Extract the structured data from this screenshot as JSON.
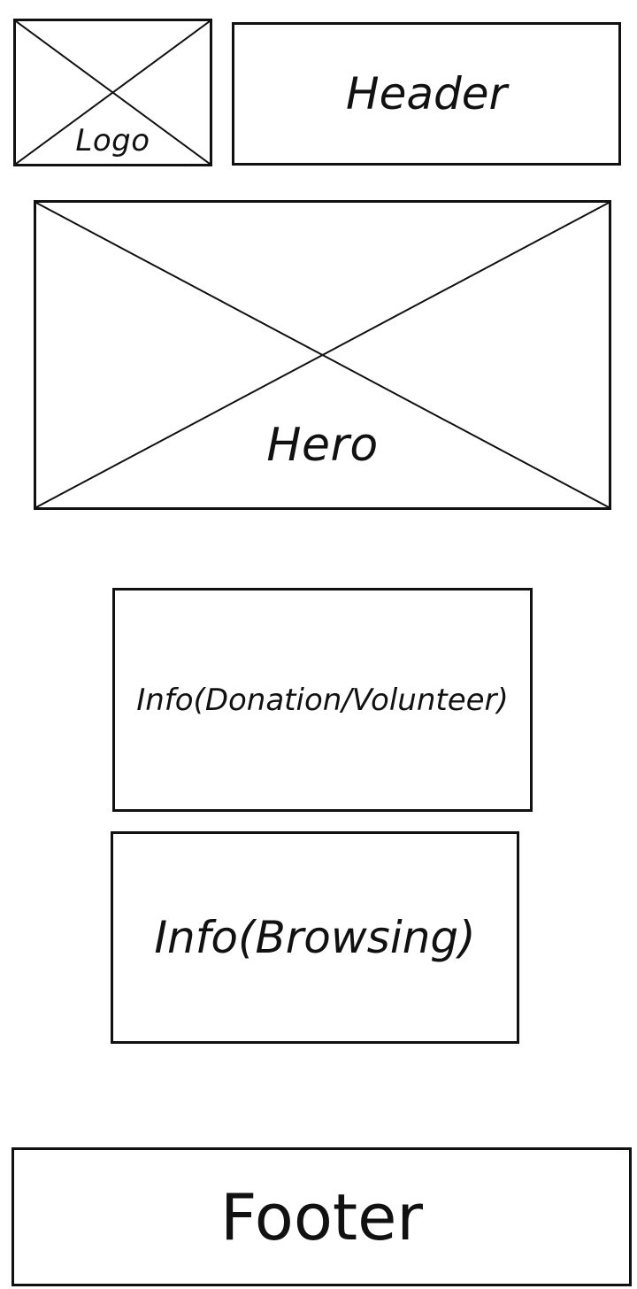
{
  "wireframe": {
    "logo": {
      "label": "Logo"
    },
    "header": {
      "label": "Header"
    },
    "hero": {
      "label": "Hero"
    },
    "info_donation": {
      "label": "Info(Donation/Volunteer)"
    },
    "info_browsing": {
      "label": "Info(Browsing)"
    },
    "footer": {
      "label": "Footer"
    }
  },
  "colors": {
    "stroke": "#111111",
    "background": "#ffffff"
  }
}
